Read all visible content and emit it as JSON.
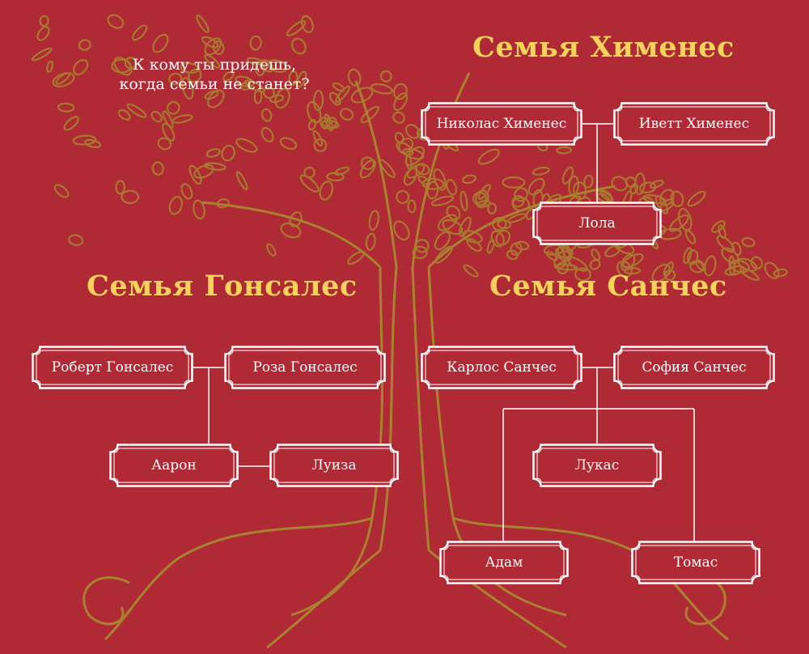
{
  "quote": {
    "line1": "К кому ты придешь,",
    "line2": "когда семьи не станет?"
  },
  "families": {
    "jimenez": {
      "title": "Семья  Хименес",
      "father": "Николас Хименес",
      "mother": "Иветт Хименес",
      "children": [
        "Лола"
      ]
    },
    "gonzalez": {
      "title": "Семья Гонсалес",
      "father": "Роберт Гонсалес",
      "mother": "Роза Гонсалес",
      "children": [
        "Аарон",
        "Луиза"
      ]
    },
    "sanchez": {
      "title": "Семья Санчес",
      "father": "Карлос Санчес",
      "mother": "София Санчес",
      "children": [
        "Лукас",
        "Адам",
        "Томас"
      ]
    }
  },
  "colors": {
    "background": "#b02a36",
    "tree": "#a8822e",
    "title": "#f6d45a",
    "frame": "#ffffff"
  }
}
